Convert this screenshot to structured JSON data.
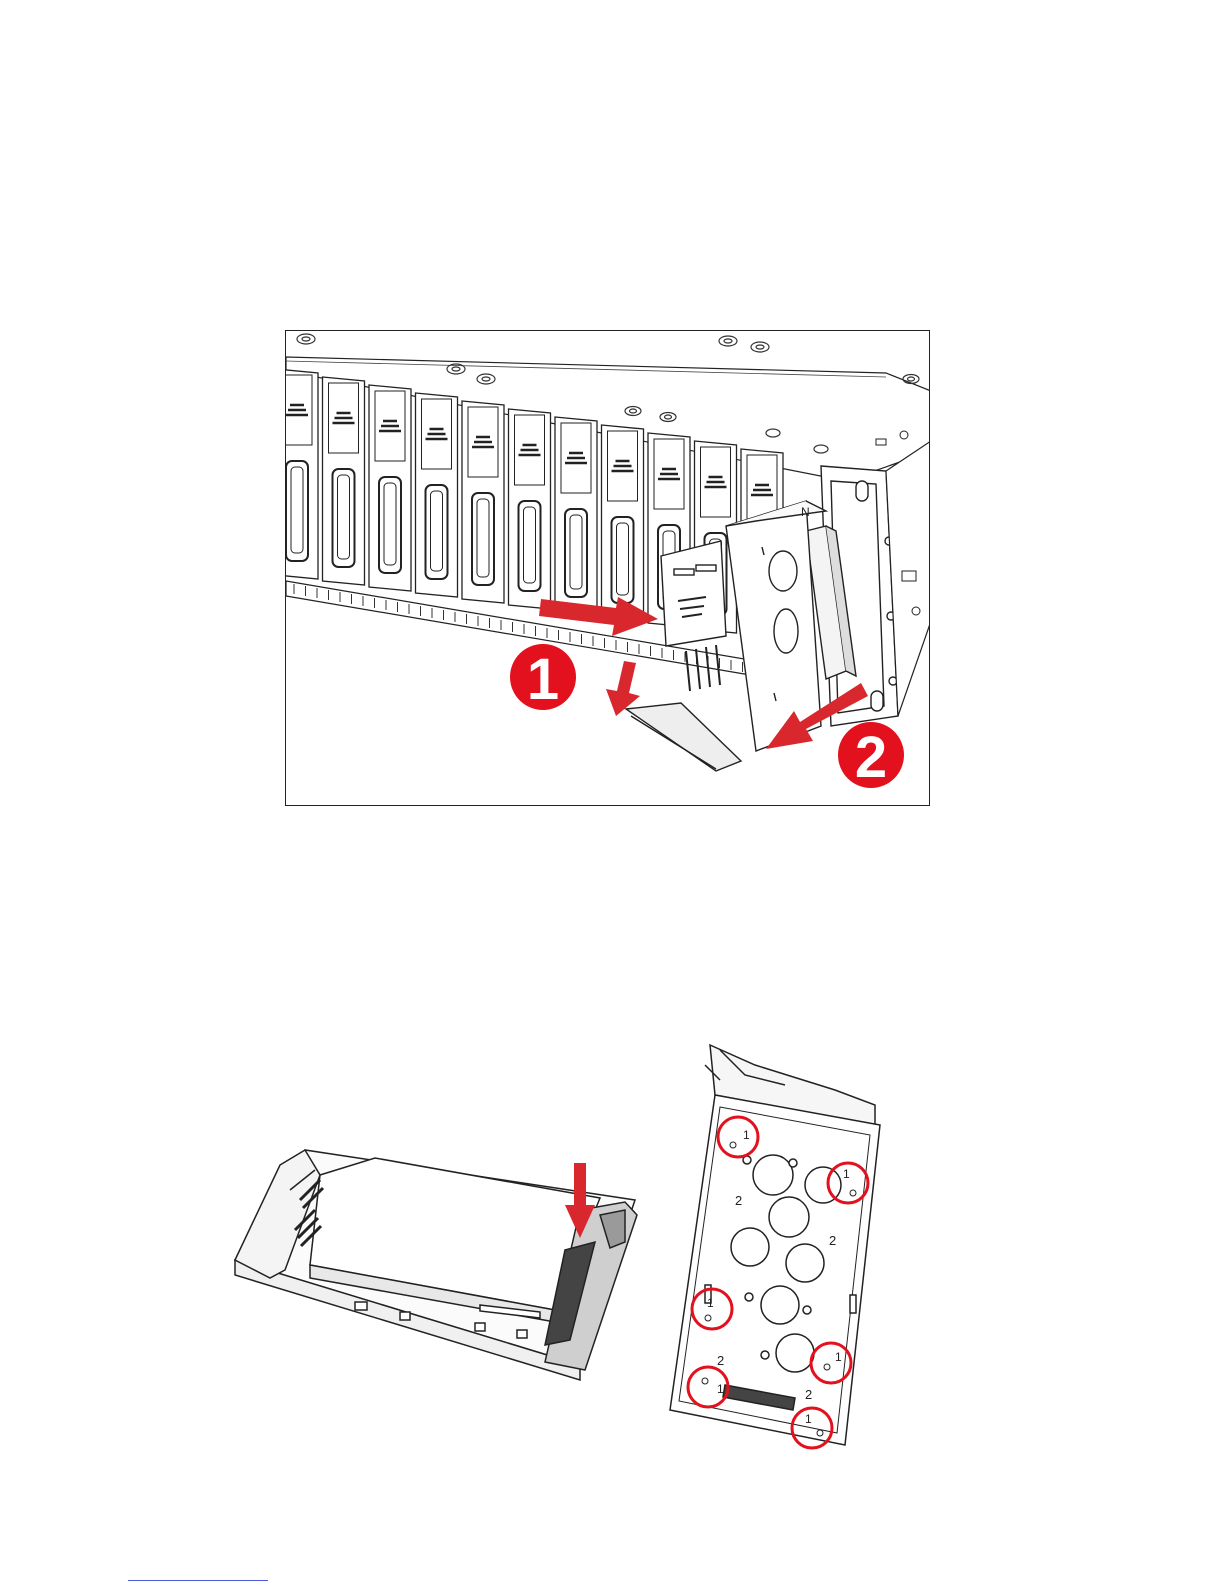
{
  "figure_top": {
    "callouts": [
      {
        "label": "1",
        "color": "#e3101d"
      },
      {
        "label": "2",
        "color": "#e3101d"
      }
    ],
    "arrow_color": "#d9272e"
  },
  "figure_right": {
    "screw_markers": [
      "1",
      "1",
      "1",
      "1",
      "1",
      "1"
    ],
    "hole_labels": [
      "2",
      "2",
      "2",
      "2"
    ],
    "circle_color": "#e3101d"
  },
  "figure_left": {
    "arrow_color": "#d9272e"
  }
}
